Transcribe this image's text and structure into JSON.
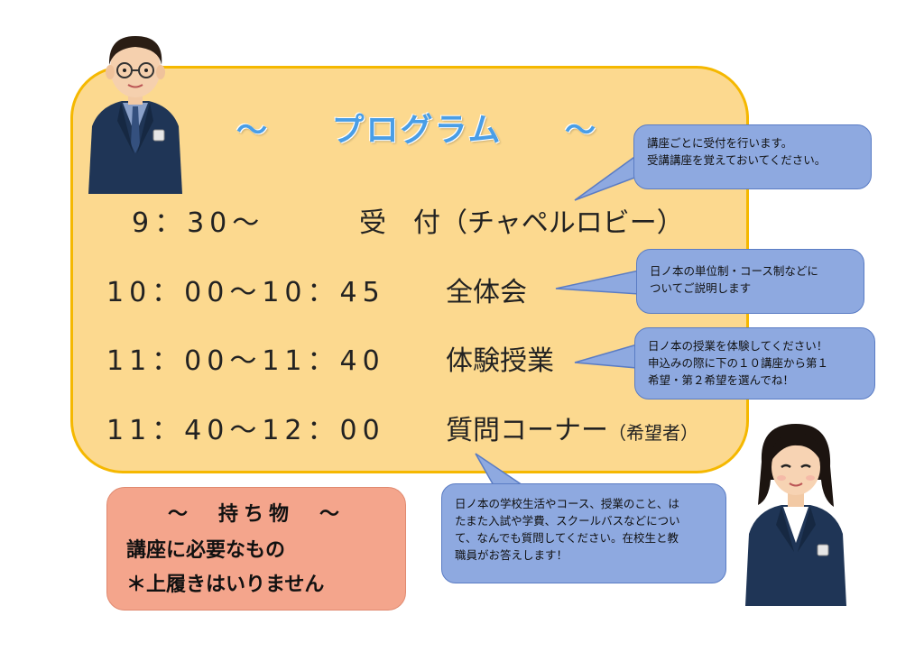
{
  "program": {
    "title_left": "～",
    "title": "プログラム",
    "title_right": "～",
    "rows": [
      {
        "time": "9：30～",
        "activity": "受　付（チャペルロビー）"
      },
      {
        "time": "10：00～10：45",
        "activity": "全体会"
      },
      {
        "time": "11：00～11：40",
        "activity": "体験授業"
      },
      {
        "time": "11：40～12：00",
        "activity": "質問コーナー",
        "note": "（希望者）"
      }
    ]
  },
  "callouts": {
    "reception": "講座ごとに受付を行います。\n受講講座を覚えておいてください。",
    "general": "日ノ本の単位制・コース制などに\nついてご説明します",
    "trial": "日ノ本の授業を体験してください！\n申込みの際に下の１０講座から第１\n希望・第２希望を選んでね！",
    "qa": "日ノ本の学校生活やコース、授業のこと、は\nたまた入試や学費、スクールバスなどについ\nて、なんでも質問してください。在校生と教\n職員がお答えします！"
  },
  "belongings": {
    "title": "～　持ち物　～",
    "line1": "講座に必要なもの",
    "line2": "＊上履きはいりません"
  },
  "colors": {
    "board_fill": "#fcd98f",
    "board_border": "#f5b800",
    "title_blue": "#4a9ee6",
    "bubble_fill": "#8ea9e0",
    "items_fill": "#f4a58c",
    "uniform_navy": "#1f3556"
  }
}
